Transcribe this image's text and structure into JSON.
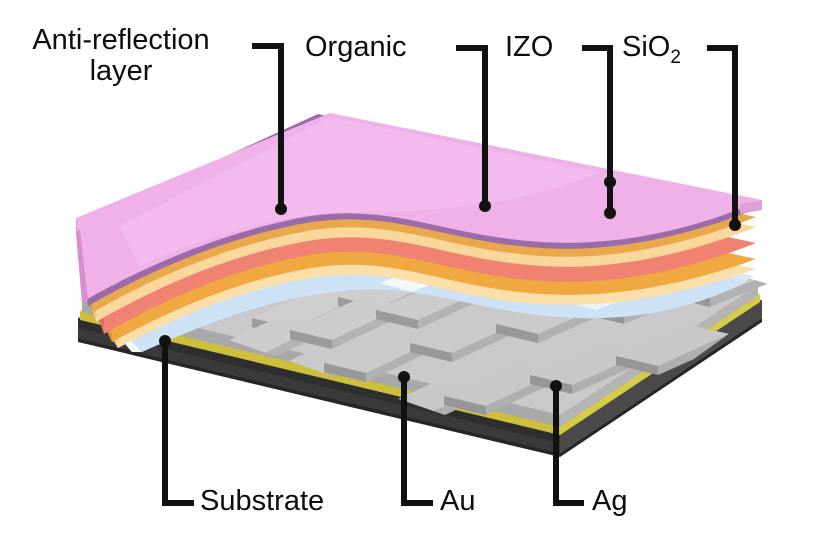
{
  "figure": {
    "type": "layered-device-cross-section-3d",
    "description": "Perspective 3D exploded/staircase view of a flexible organic photovoltaic / OLED stack on a substrate with a patterned silver electrode grid",
    "background_color": "#ffffff"
  },
  "labels": {
    "anti_reflection": {
      "text": "Anti-reflection layer",
      "line1": "Anti-reflection",
      "line2": "layer"
    },
    "organic": {
      "text": "Organic"
    },
    "izo": {
      "text": "IZO"
    },
    "sio2": {
      "text": "SiO",
      "subscript": "2"
    },
    "substrate": {
      "text": "Substrate"
    },
    "au": {
      "text": "Au"
    },
    "ag": {
      "text": "Ag"
    }
  },
  "layers": [
    {
      "name": "Anti-reflection layer",
      "color": "#f0b0e8",
      "edge_color": "#e09ad8",
      "order": 1
    },
    {
      "name": "purple interlayer",
      "color": "#9b6aa8",
      "edge_color": "#8a5c96",
      "order": 2
    },
    {
      "name": "Organic (gold/orange)",
      "color": "#e8a84c",
      "edge_color": "#d4953c",
      "order": 3
    },
    {
      "name": "Organic (cream)",
      "color": "#fad79a",
      "edge_color": "#f0c482",
      "order": 4
    },
    {
      "name": "Organic (salmon/red)",
      "color": "#f08272",
      "edge_color": "#dd6f60",
      "order": 5
    },
    {
      "name": "IZO (orange)",
      "color": "#f0a840",
      "edge_color": "#dc9530",
      "order": 6
    },
    {
      "name": "IZO (cream)",
      "color": "#fbdfa8",
      "edge_color": "#efcb90",
      "order": 7
    },
    {
      "name": "SiO2 (light blue)",
      "color": "#cfe4f4",
      "edge_color": "#ffffff",
      "order": 8
    },
    {
      "name": "Ag (grey patterned grid)",
      "color": "#c6c6c6",
      "edge_color": "#9e9e9e",
      "order": 9
    },
    {
      "name": "Au (yellow)",
      "color": "#e6d850",
      "edge_color": "#cdbf3c",
      "order": 10
    },
    {
      "name": "Substrate (dark grey)",
      "color": "#3c3c3c",
      "edge_color": "#2a2a2a",
      "order": 11
    }
  ],
  "leaders": {
    "color": "#111111",
    "count": 7,
    "style": "elbow-with-dot-terminator"
  }
}
